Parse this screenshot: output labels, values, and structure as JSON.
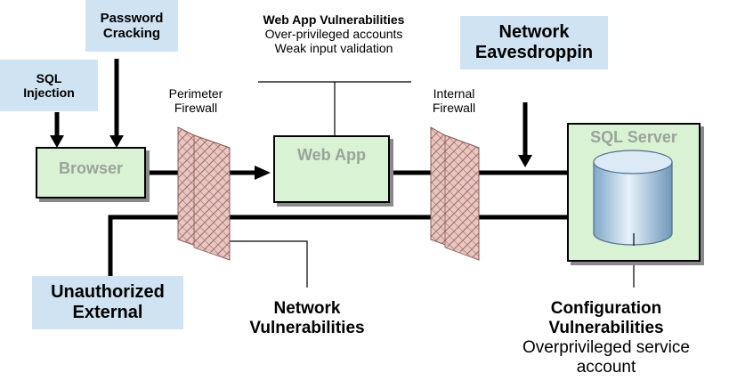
{
  "callouts": {
    "password_cracking": [
      "Password",
      "Cracking"
    ],
    "sql_injection": [
      "SQL",
      "Injection"
    ],
    "network_eavesdropping": [
      "Network",
      "Eavesdroppin"
    ],
    "unauthorized_external": [
      "Unauthorized",
      "External"
    ]
  },
  "components": {
    "browser": "Browser",
    "web_app": "Web App",
    "sql_server": "SQL Server"
  },
  "firewalls": {
    "perimeter": [
      "Perimeter",
      "Firewall"
    ],
    "internal": [
      "Internal",
      "Firewall"
    ]
  },
  "web_app_vulnerabilities": {
    "title": "Web App Vulnerabilities",
    "items": [
      "Over-privileged accounts",
      "Weak input validation"
    ]
  },
  "network_vulnerabilities": [
    "Network",
    "Vulnerabilities"
  ],
  "configuration_vulnerabilities": {
    "title": [
      "Configuration",
      "Vulnerabilities"
    ],
    "items": [
      "Overprivileged service",
      "account"
    ]
  },
  "colors": {
    "callout_fill": "#cfe3f3",
    "box_fill": "#d9f2d4",
    "firewall_fill": "#e8c7c3",
    "shadow": "#8a8a8a"
  }
}
